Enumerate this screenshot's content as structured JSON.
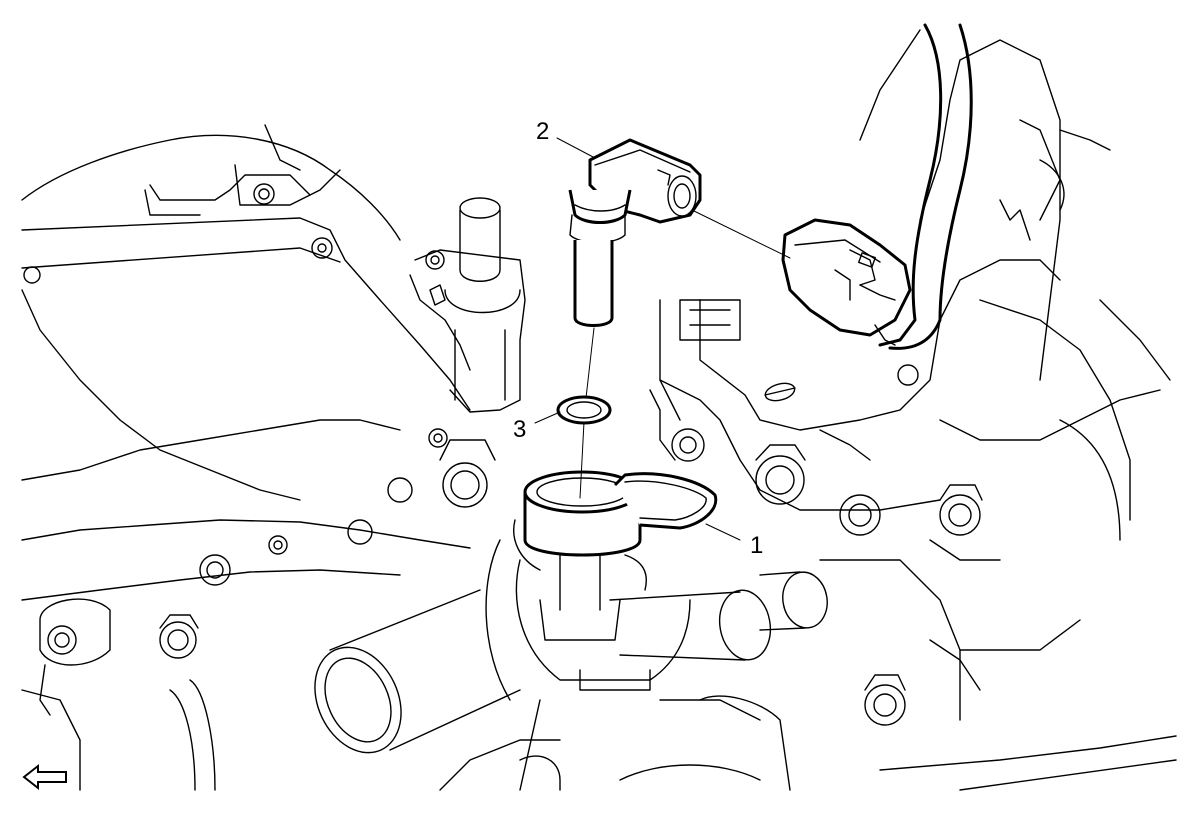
{
  "callouts": [
    {
      "label": "1"
    },
    {
      "label": "2"
    },
    {
      "label": "3"
    }
  ],
  "icons": {
    "direction_arrow": "left-arrow-icon"
  },
  "colors": {
    "line": "#000000",
    "background": "#ffffff"
  }
}
